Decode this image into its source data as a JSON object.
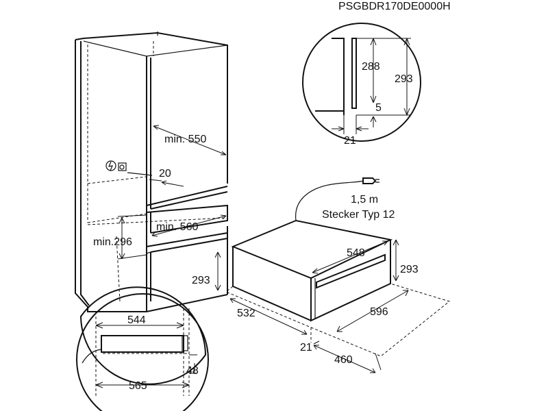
{
  "model_code": "PSGBDR170DE0000H",
  "cabinet": {
    "min_550": "min. 550",
    "gap_20": "20",
    "min_560": "min. 560",
    "min_296": "min.296"
  },
  "detail_top": {
    "h_288": "288",
    "h_293": "293",
    "gap_5": "5",
    "w_21": "21"
  },
  "detail_bottom": {
    "w_544": "544",
    "w_565": "565",
    "d_48": "48"
  },
  "drawer": {
    "cable_length": "1,5 m",
    "plug_type": "Stecker Typ 12",
    "w_548": "548",
    "h_293_front": "293",
    "h_293_side": "293",
    "d_532": "532",
    "w_596": "596",
    "d_21": "21",
    "d_460": "460"
  }
}
